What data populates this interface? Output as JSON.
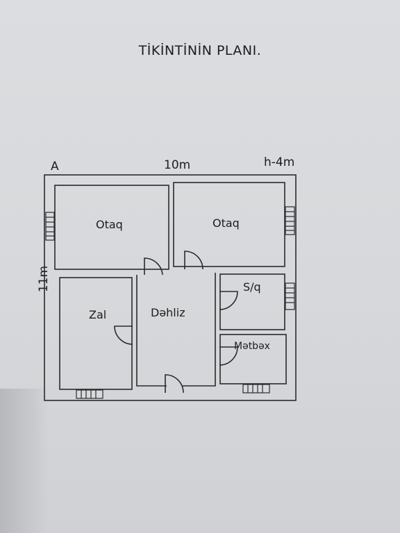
{
  "title": "TİKİNTİNİN PLANI.",
  "dimensions": {
    "corner_label": "A",
    "width": "10m",
    "height_note": "h-4m",
    "depth": "11m"
  },
  "rooms": [
    {
      "id": "otaq-left",
      "name": "Otaq"
    },
    {
      "id": "otaq-right",
      "name": "Otaq"
    },
    {
      "id": "sq",
      "name": "S/q"
    },
    {
      "id": "zal",
      "name": "Zal"
    },
    {
      "id": "dehliz",
      "name": "Dəhliz"
    },
    {
      "id": "metbex",
      "name": "Mətbəx"
    }
  ],
  "colors": {
    "line": "#2a2a2c",
    "paper": "#d9dadd"
  }
}
